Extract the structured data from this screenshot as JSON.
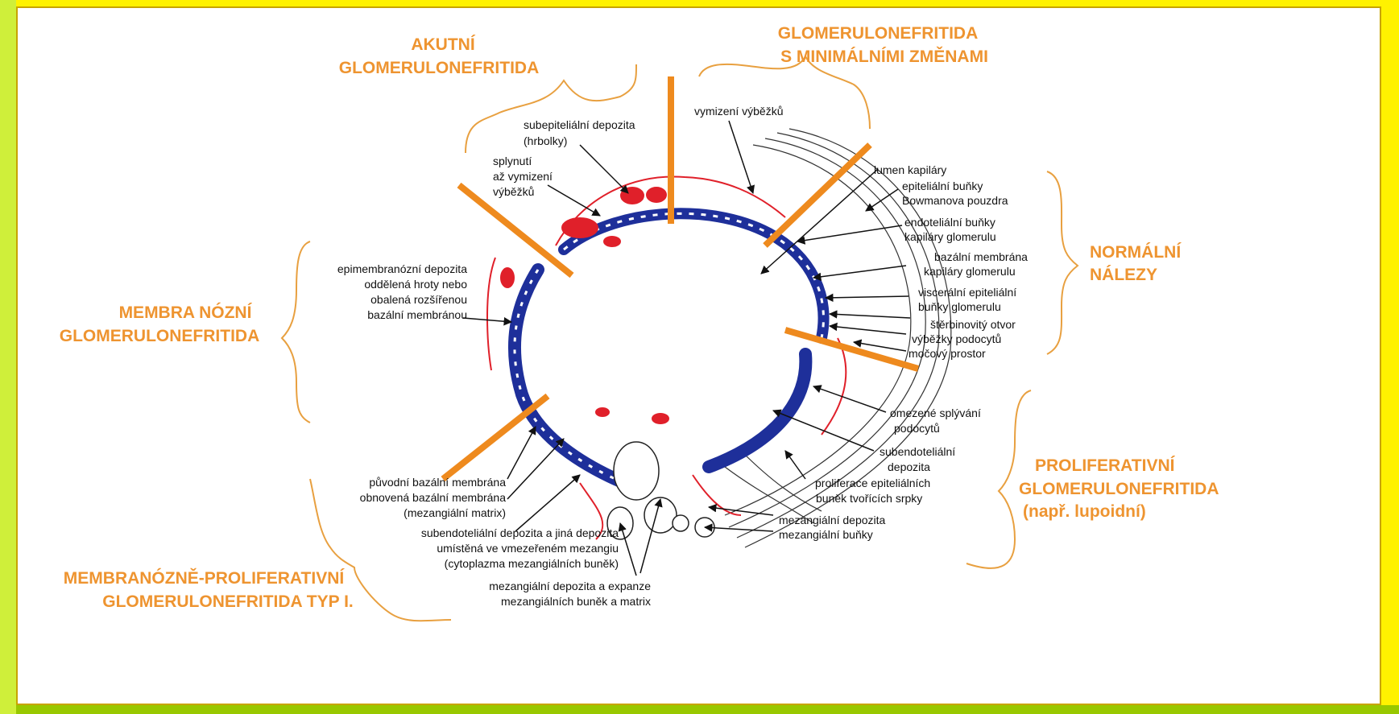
{
  "headings": {
    "akutni_l1": "AKUTNÍ",
    "akutni_l2": "GLOMERULONEFRITIDA",
    "minimal_l1": "GLOMERULONEFRITIDA",
    "minimal_l2": "S MINIMÁLNÍMI ZMĚNAMI",
    "normal_l1": "NORMÁLNÍ",
    "normal_l2": "NÁLEZY",
    "membranozni_l1": "MEMBRA NÓZNÍ",
    "membranozni_l2": "GLOMERULONEFRITIDA",
    "proliferativni_l1": "PROLIFERATIVNÍ",
    "proliferativni_l2": "GLOMERULONEFRITIDA",
    "proliferativni_l3": "(např. lupoidní)",
    "mpgn_l1": "MEMBRANÓZNĚ-PROLIFERATIVNÍ",
    "mpgn_l2": "GLOMERULONEFRITIDA TYP I."
  },
  "labels": {
    "subepi_l1": "subepiteliální depozita",
    "subepi_l2": "(hrbolky)",
    "splynuti_l1": "splynutí",
    "splynuti_l2": "až vymizení",
    "splynuti_l3": "výběžků",
    "vymizeni": "vymizení výběžků",
    "lumen": "lumen kapiláry",
    "epitel_bowman_l1": "epiteliální buňky",
    "epitel_bowman_l2": "Bowmanova pouzdra",
    "endotel_l1": "endoteliální buňky",
    "endotel_l2": "kapiláry glomerulu",
    "bazalni_l1": "bazální membrána",
    "bazalni_l2": "kapiláry glomerulu",
    "visceralni_l1": "viscerální epiteliální",
    "visceralni_l2": "buňky glomerulu",
    "sterbinovity": "štěrbinovitý otvor",
    "vybezky_podocytu": "výběžky podocytů",
    "mocovy": "močový prostor",
    "epimembr_l1": "epimembranózní depozita",
    "epimembr_l2": "oddělená hroty nebo",
    "epimembr_l3": "obalená rozšířenou",
    "epimembr_l4": "bazální membránou",
    "omezene_l1": "omezené splývání",
    "omezene_l2": "podocytů",
    "subendo_l1": "subendoteliální",
    "subendo_l2": "depozita",
    "prolif_epi_l1": "proliferace epiteliálních",
    "prolif_epi_l2": "buněk tvořících srpky",
    "mez_depozita": "mezangiální depozita",
    "mez_bunky": "mezangiální buňky",
    "puvodni": "původní bazální membrána",
    "obnovena_l1": "obnovená bazální membrána",
    "obnovena_l2": "(mezangiální matrix)",
    "subendo_jina_l1": "subendoteliální depozita a jiná depozita",
    "subendo_jina_l2": "umístěná ve vmezeřeném mezangiu",
    "subendo_jina_l3": "(cytoplazma mezangiálních buněk)",
    "mez_expanze_l1": "mezangiální depozita a expanze",
    "mez_expanze_l2": "mezangiálních buněk a matrix"
  },
  "colors": {
    "heading": "#ee9430",
    "divider": "#ee8a1e",
    "deposit_red": "#e0202a",
    "membrane_blue": "#1e2f9a",
    "background_yellow": "#fff200",
    "bracket": "#e8a040"
  }
}
